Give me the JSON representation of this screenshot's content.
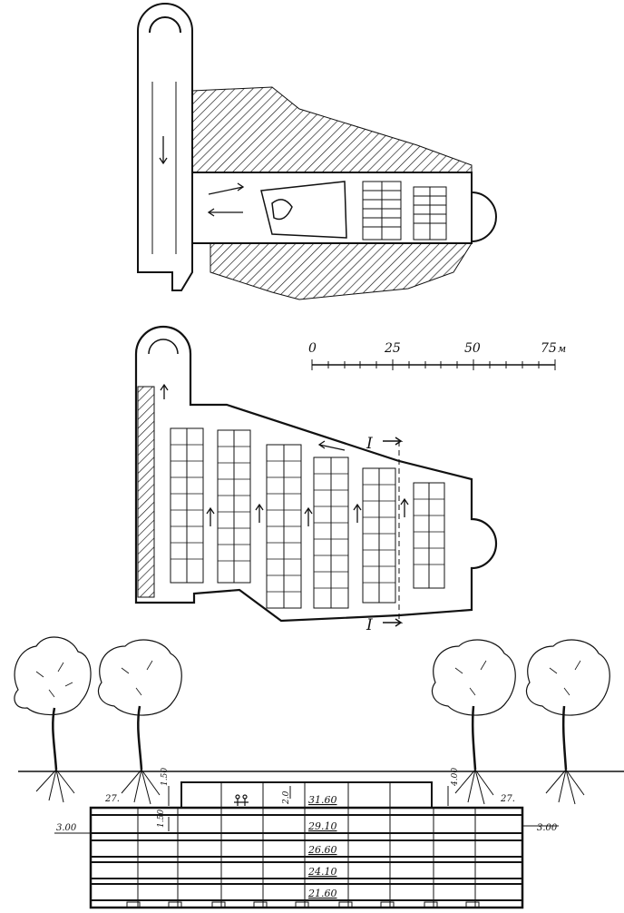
{
  "scale_bar": {
    "ticks": [
      "0",
      "25",
      "50",
      "75"
    ],
    "unit": "м"
  },
  "section_marks": {
    "top": "I",
    "bottom": "I"
  },
  "section": {
    "left_ground_level": "27.",
    "right_ground_level": "27.",
    "left_depth": "3.00",
    "right_depth": "3.00",
    "left_upper_dim": "1.50",
    "right_upper_dim": "4.00",
    "left_lower_dim": "1.50",
    "roof_dim": "2.0",
    "level_marks": [
      "31.60",
      "29.10",
      "26.60",
      "24.10",
      "21.60"
    ]
  },
  "colors": {
    "ink": "#111111",
    "paper": "#ffffff"
  }
}
